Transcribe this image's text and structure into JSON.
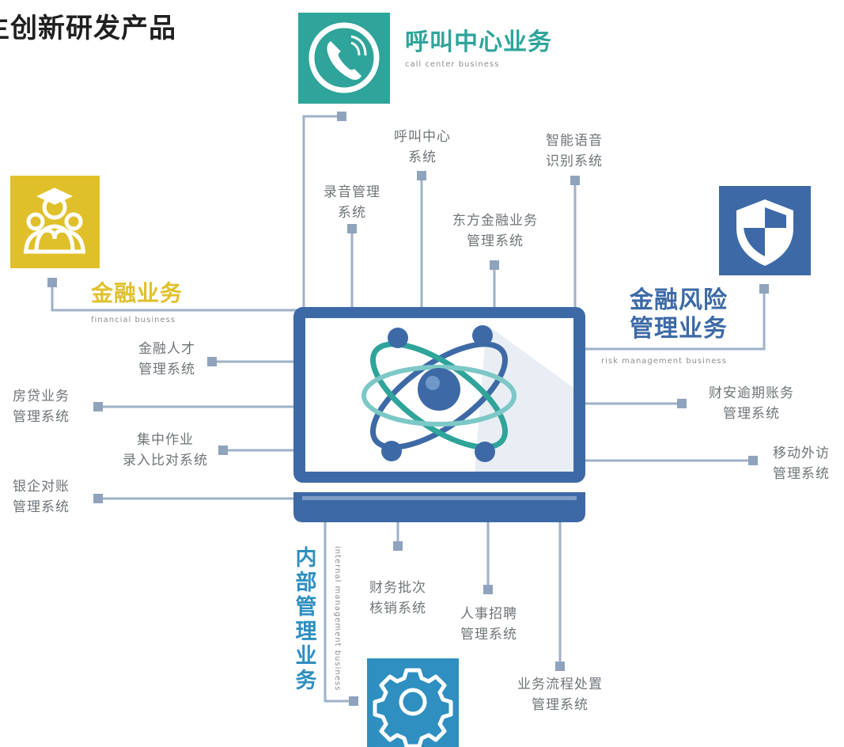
{
  "title": "主创新研发产品",
  "colors": {
    "teal": "#2fa49a",
    "yellow": "#e0c02a",
    "navy": "#3d6aa6",
    "blue": "#2f8fc0",
    "line": "#9fb1c8",
    "text": "#6f7478"
  },
  "categories": {
    "call_center": {
      "title": "呼叫中心业务",
      "subtitle": "call center business",
      "icon": "phone-icon"
    },
    "financial": {
      "title": "金融业务",
      "subtitle": "financial business",
      "icon": "team-icon"
    },
    "risk": {
      "title": "金融风险\n管理业务",
      "subtitle": "risk management business",
      "icon": "shield-icon"
    },
    "internal": {
      "title": "内部管理业务",
      "subtitle": "internal management business",
      "icon": "gear-icon"
    }
  },
  "systems": {
    "call_center_system": "呼叫中心\n系统",
    "speech_recognition": "智能语音\n识别系统",
    "recording": "录音管理\n系统",
    "dongfang_finance": "东方金融业务\n管理系统",
    "talent": "金融人才\n管理系统",
    "mortgage": "房贷业务\n管理系统",
    "centralized": "集中作业\n录入比对系统",
    "bank_reconciliation": "银企对账\n管理系统",
    "overdue": "财安逾期账务\n管理系统",
    "mobile_visit": "移动外访\n管理系统",
    "batch_writeoff": "财务批次\n核销系统",
    "hr_recruit": "人事招聘\n管理系统",
    "workflow": "业务流程处置\n管理系统"
  },
  "center_icon": "atom-icon"
}
